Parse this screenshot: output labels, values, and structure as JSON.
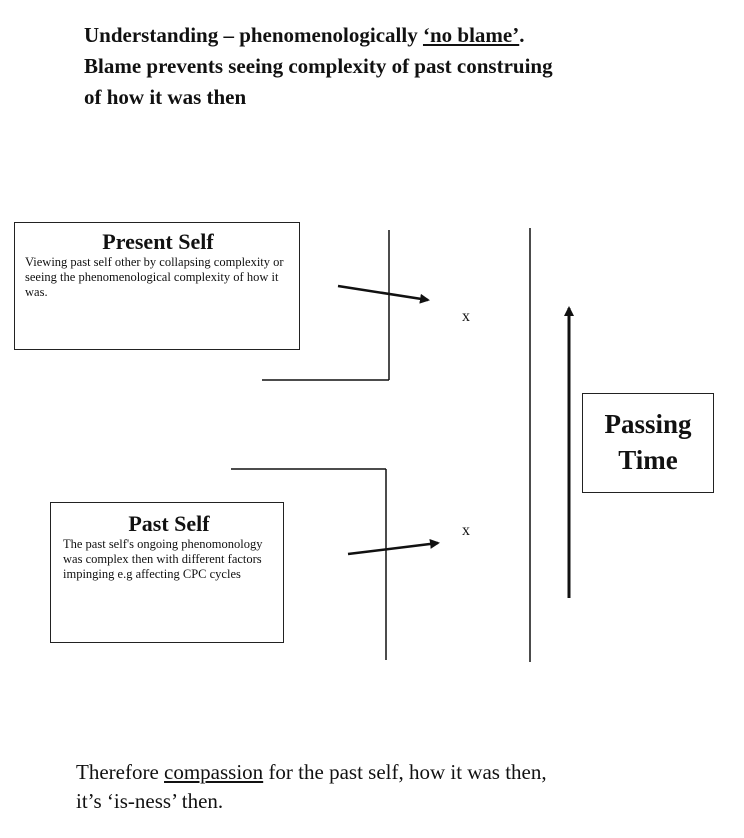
{
  "header": {
    "line1_pre": "Understanding – phenomenologically ",
    "line1_underlined": "‘no blame’",
    "line1_post": ".",
    "line2": "Blame prevents seeing complexity of past construing",
    "line3": "of how it was then"
  },
  "present_self": {
    "title": "Present Self",
    "body": "Viewing past self other by collapsing complexity or seeing the phenomenological complexity of how it was."
  },
  "past_self": {
    "title": "Past Self",
    "body": "The past self's ongoing phenomonology was complex then with different factors impinging e.g affecting CPC cycles"
  },
  "passing_time": {
    "line1": "Passing",
    "line2": "Time"
  },
  "markers": {
    "upper": "x",
    "lower": "x"
  },
  "footer": {
    "pre": "Therefore ",
    "underlined": "compassion",
    "post": " for the past self, how it was then,",
    "line2": "it’s ‘is-ness’ then."
  }
}
